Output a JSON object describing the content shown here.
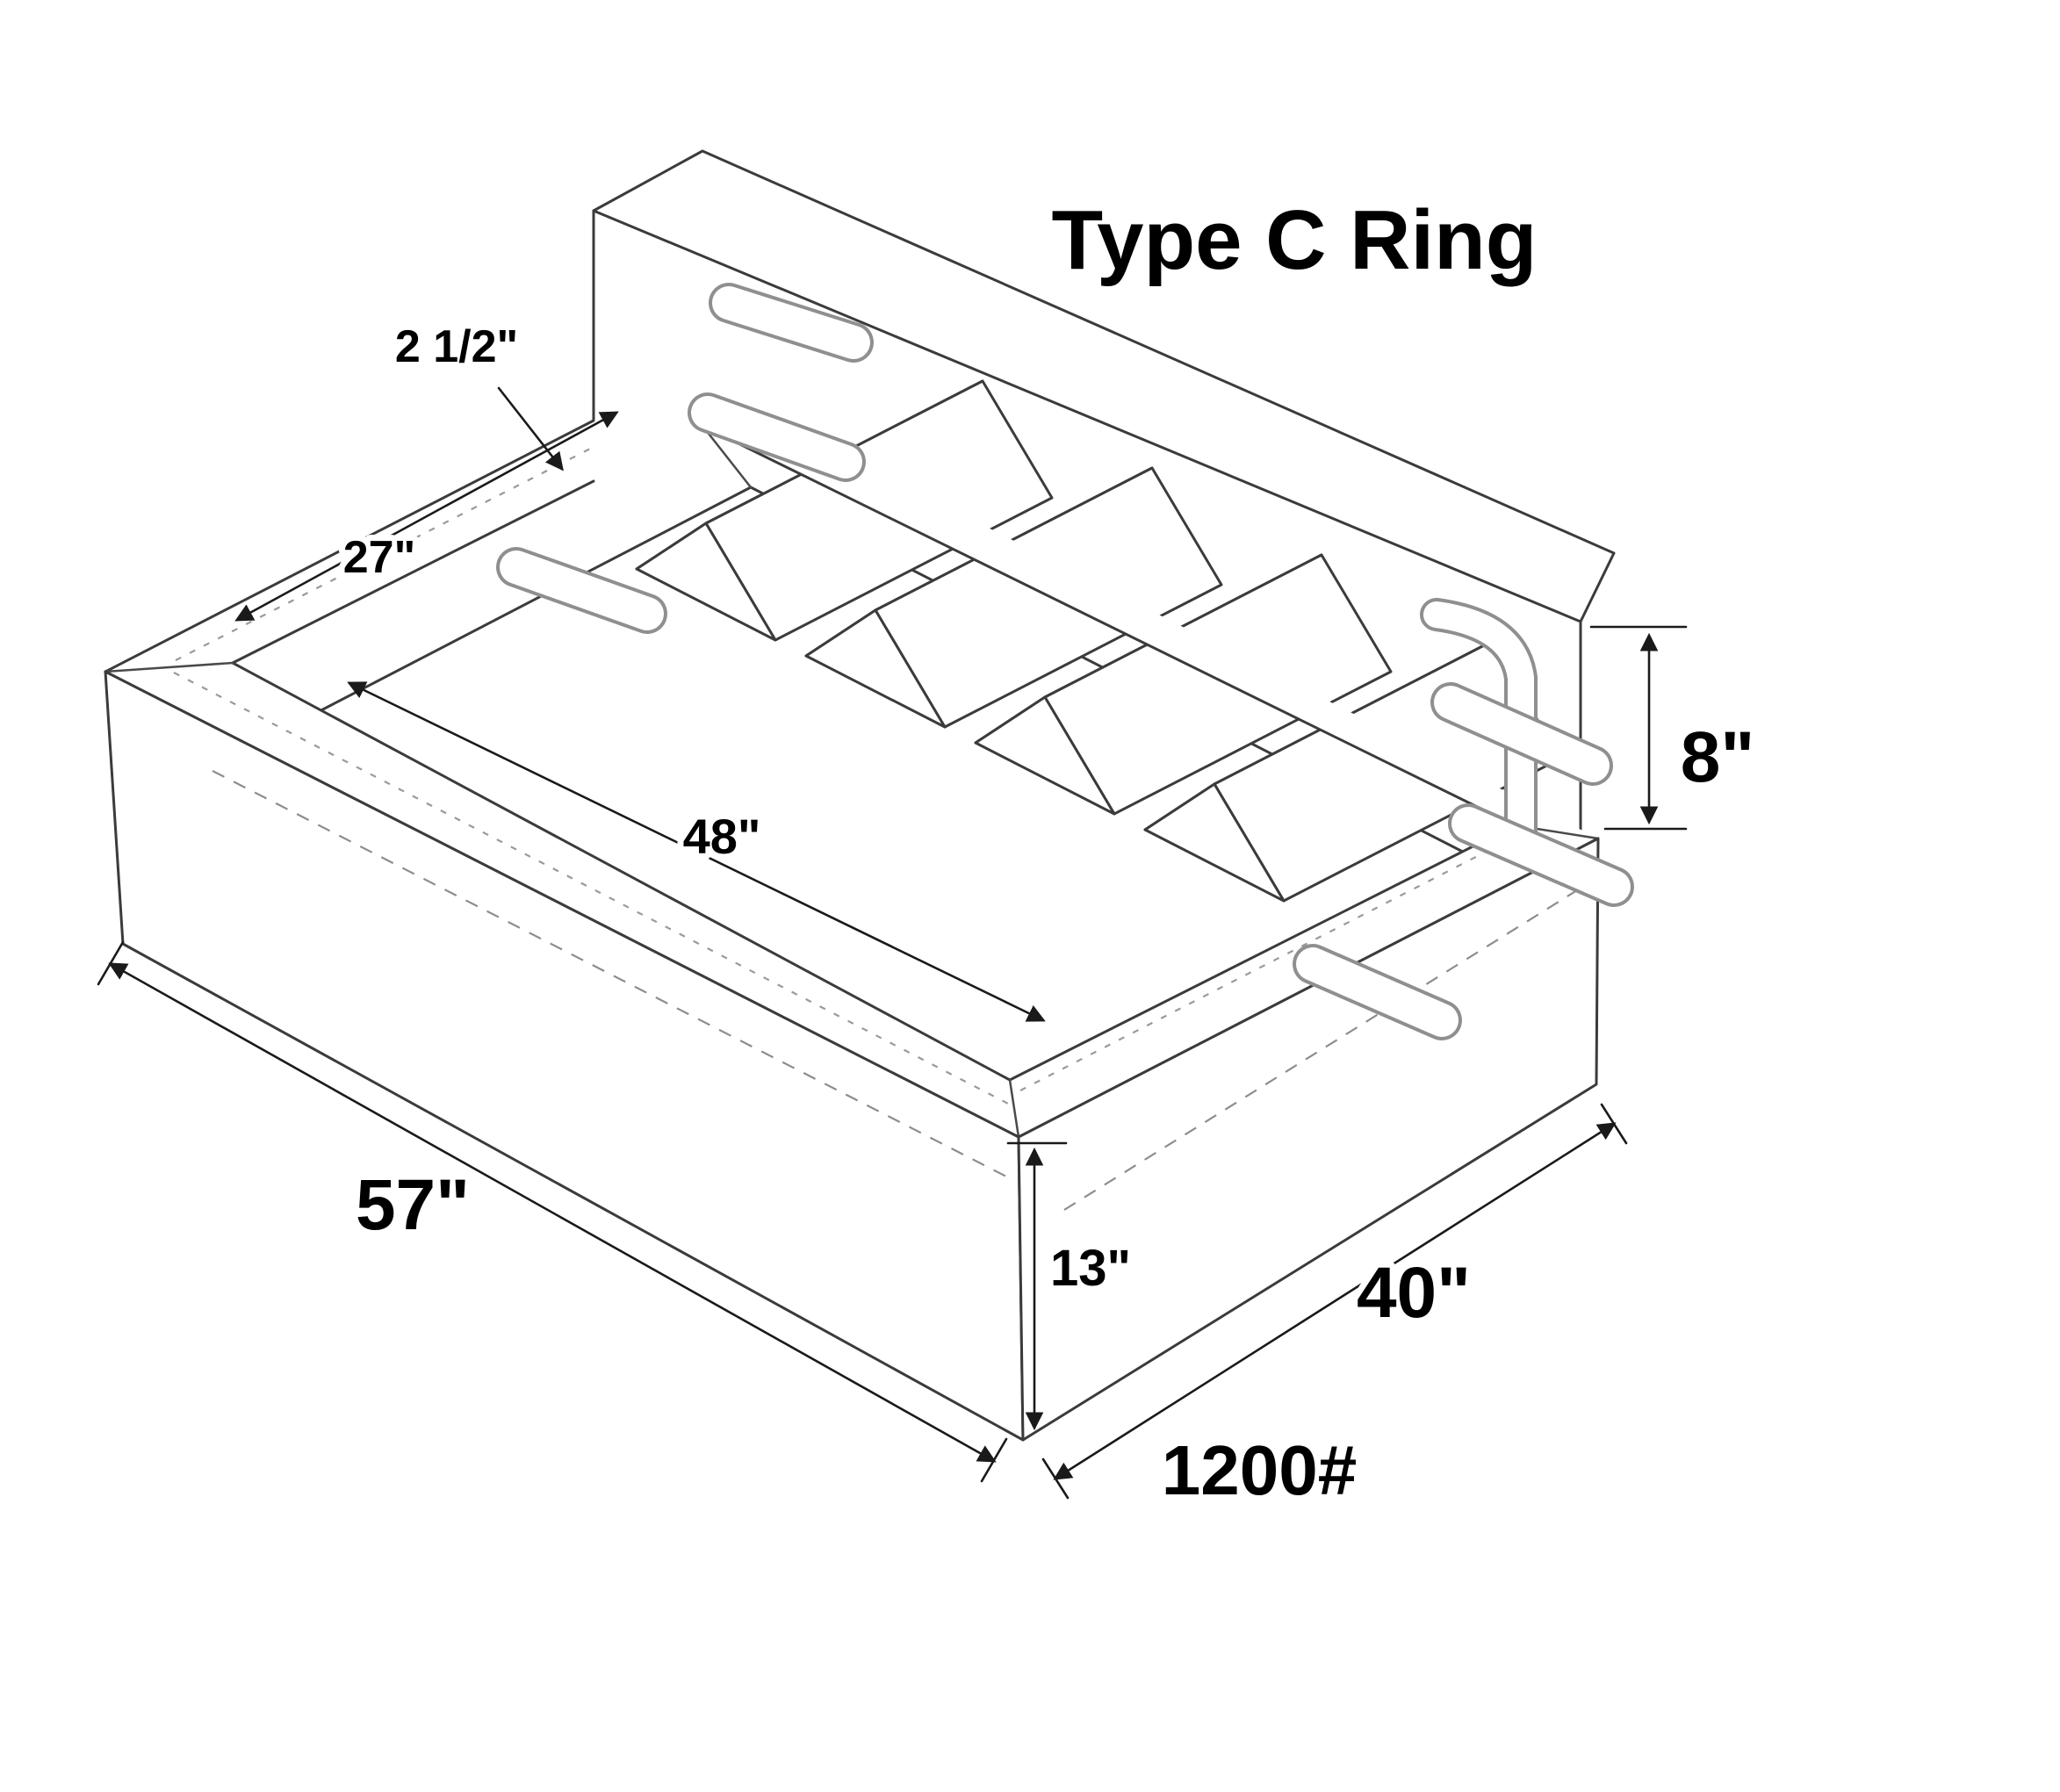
{
  "title": "Type C Ring",
  "labels": {
    "rim_thickness": "2 1/2\"",
    "inner_width": "27\"",
    "inner_length": "48\"",
    "outer_length": "57\"",
    "front_height": "13\"",
    "outer_width": "40\"",
    "back_height": "8\"",
    "weight": "1200#"
  },
  "style": {
    "line_color": "#3b3b3b",
    "peg_color": "#8f8f8f",
    "background": "#ffffff",
    "text_color": "#000000"
  }
}
